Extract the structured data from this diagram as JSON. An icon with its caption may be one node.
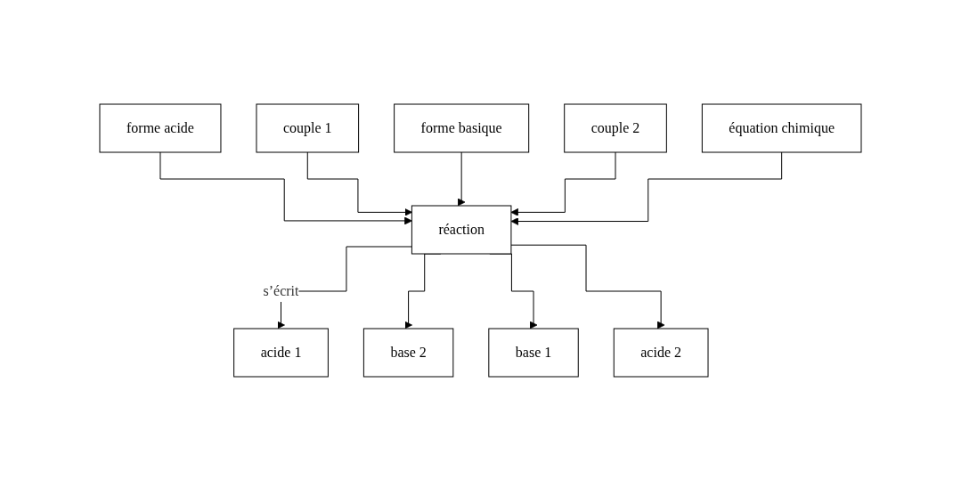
{
  "diagram": {
    "nodes": [
      {
        "text": [
          "forme acide"
        ]
      },
      {
        "text": [
          "couple 1"
        ]
      },
      {
        "text": [
          "forme basique"
        ]
      },
      {
        "text": [
          "couple 2"
        ]
      },
      {
        "text": [
          "équation chimique"
        ]
      },
      {
        "text": [
          "réaction"
        ]
      },
      {
        "text": [
          "acide 1"
        ]
      },
      {
        "text": [
          "base 2"
        ]
      },
      {
        "text": [
          "base 1"
        ]
      },
      {
        "text": [
          "acide 2"
        ]
      }
    ],
    "edges": [
      {
        "from": 0,
        "to": 5,
        "arrow": "to"
      },
      {
        "from": 1,
        "to": 5,
        "arrow": "to"
      },
      {
        "from": 2,
        "to": 5,
        "arrow": "to"
      },
      {
        "from": 3,
        "to": 5,
        "arrow": "to"
      },
      {
        "from": 4,
        "to": 5,
        "arrow": "to"
      },
      {
        "from": 5,
        "to": 6,
        "arrow": "to",
        "label": "s’écrit"
      },
      {
        "from": 5,
        "to": 7,
        "arrow": "to"
      },
      {
        "from": 5,
        "to": 8,
        "arrow": "to"
      },
      {
        "from": 5,
        "to": 9,
        "arrow": "to"
      }
    ]
  }
}
